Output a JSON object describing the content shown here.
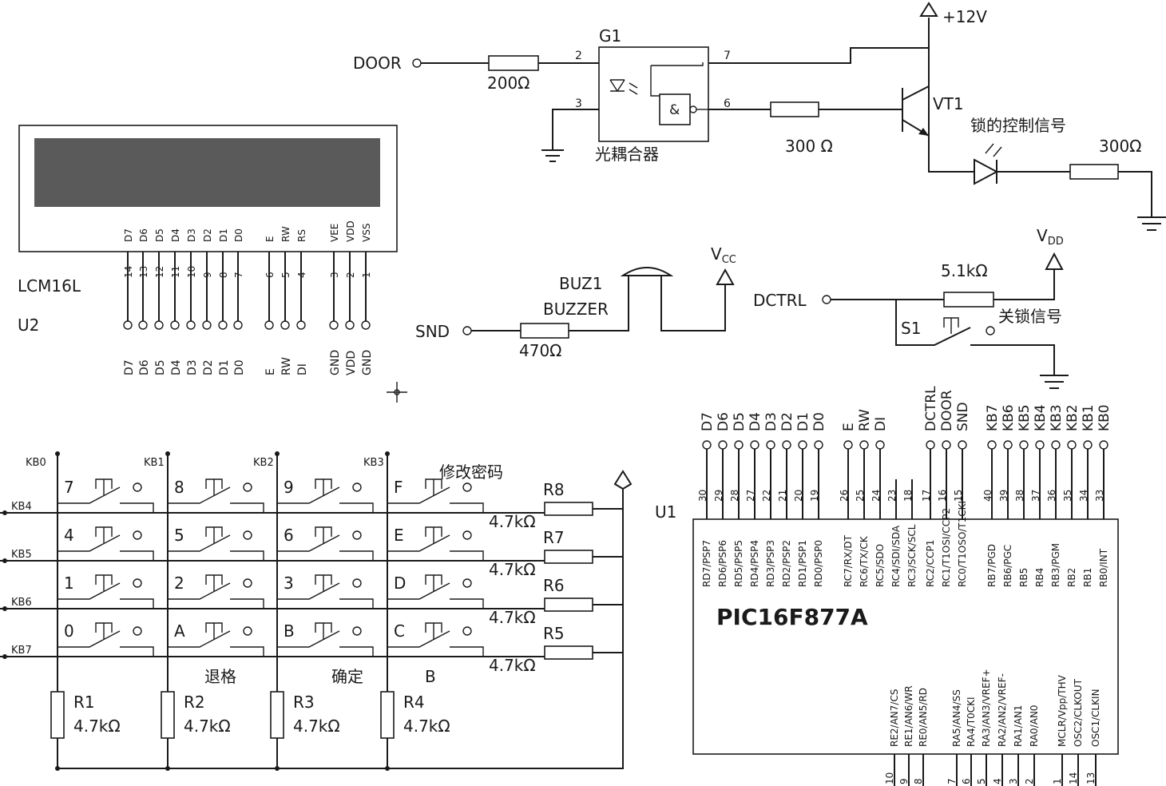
{
  "lcd": {
    "name": "LCM16L",
    "ref": "U2",
    "pins_top": [
      "D7",
      "D6",
      "D5",
      "D4",
      "D3",
      "D2",
      "D1",
      "D0",
      "E",
      "RW",
      "RS",
      "VEE",
      "VDD",
      "VSS"
    ],
    "pin_numbers": [
      "14",
      "13",
      "12",
      "11",
      "10",
      "9",
      "8",
      "7",
      "6",
      "5",
      "4",
      "3",
      "2",
      "1"
    ],
    "pins_bottom": [
      "D7",
      "D6",
      "D5",
      "D4",
      "D3",
      "D2",
      "D1",
      "D0",
      "E",
      "RW",
      "DI",
      "GND",
      "VDD",
      "GND"
    ]
  },
  "optocoupler": {
    "ref": "G1",
    "label": "光耦合器",
    "gate": "&",
    "pins": {
      "in": "2",
      "gnd": "3",
      "vcc": "7",
      "out": "6"
    }
  },
  "door": {
    "net": "DOOR",
    "resistor": "200Ω"
  },
  "supply": {
    "label": "+12V"
  },
  "transistor": {
    "ref": "VT1",
    "base_resistor": "300 Ω"
  },
  "lock": {
    "label": "锁的控制信号",
    "resistor": "300Ω"
  },
  "buzzer": {
    "ref": "BUZ1",
    "type": "BUZZER",
    "net": "SND",
    "resistor": "470Ω",
    "vcc": "V",
    "vcc_sub": "CC"
  },
  "dctrl": {
    "net": "DCTRL",
    "resistor": "5.1kΩ",
    "vdd": "V",
    "vdd_sub": "DD",
    "switch": "S1",
    "label": "关锁信号"
  },
  "keypad": {
    "columns": [
      "KB0",
      "KB1",
      "KB2",
      "KB3"
    ],
    "rows": [
      "KB4",
      "KB5",
      "KB6",
      "KB7"
    ],
    "keys": [
      [
        "7",
        "8",
        "9",
        "F"
      ],
      [
        "4",
        "5",
        "6",
        "E"
      ],
      [
        "1",
        "2",
        "3",
        "D"
      ],
      [
        "0",
        "A",
        "B",
        "C"
      ]
    ],
    "function_labels": [
      "修改密码",
      "退格",
      "确定",
      "B"
    ],
    "row_resistors": [
      {
        "ref": "R8",
        "value": "4.7kΩ"
      },
      {
        "ref": "R7",
        "value": "4.7kΩ"
      },
      {
        "ref": "R6",
        "value": "4.7kΩ"
      },
      {
        "ref": "R5",
        "value": "4.7kΩ"
      }
    ],
    "col_resistors": [
      {
        "ref": "R1",
        "value": "4.7kΩ"
      },
      {
        "ref": "R2",
        "value": "4.7kΩ"
      },
      {
        "ref": "R3",
        "value": "4.7kΩ"
      },
      {
        "ref": "R4",
        "value": "4.7kΩ"
      }
    ]
  },
  "mcu": {
    "ref": "U1",
    "name": "PIC16F877A",
    "top_pins": [
      {
        "net": "D7",
        "num": "30",
        "fn": "RD7/PSP7"
      },
      {
        "net": "D6",
        "num": "29",
        "fn": "RD6/PSP6"
      },
      {
        "net": "D5",
        "num": "28",
        "fn": "RD5/PSP5"
      },
      {
        "net": "D4",
        "num": "27",
        "fn": "RD4/PSP4"
      },
      {
        "net": "D3",
        "num": "22",
        "fn": "RD3/PSP3"
      },
      {
        "net": "D2",
        "num": "21",
        "fn": "RD2/PSP2"
      },
      {
        "net": "D1",
        "num": "20",
        "fn": "RD1/PSP1"
      },
      {
        "net": "D0",
        "num": "19",
        "fn": "RD0/PSP0"
      },
      {
        "net": "E",
        "num": "26",
        "fn": "RC7/RX/DT"
      },
      {
        "net": "RW",
        "num": "25",
        "fn": "RC6/TX/CK"
      },
      {
        "net": "DI",
        "num": "24",
        "fn": "RC5/SDO"
      },
      {
        "net": "",
        "num": "23",
        "fn": "RC4/SDI/SDA"
      },
      {
        "net": "",
        "num": "18",
        "fn": "RC3/SCK/SCL"
      },
      {
        "net": "DCTRL",
        "num": "17",
        "fn": "RC2/CCP1"
      },
      {
        "net": "DOOR",
        "num": "16",
        "fn": "RC1/T1OSI/CCP2"
      },
      {
        "net": "SND",
        "num": "15",
        "fn": "RC0/T1OSO/T1CKI"
      },
      {
        "net": "KB7",
        "num": "40",
        "fn": "RB7/PGD"
      },
      {
        "net": "KB6",
        "num": "39",
        "fn": "RB6/PGC"
      },
      {
        "net": "KB5",
        "num": "38",
        "fn": "RB5"
      },
      {
        "net": "KB4",
        "num": "37",
        "fn": "RB4"
      },
      {
        "net": "KB3",
        "num": "36",
        "fn": "RB3/PGM"
      },
      {
        "net": "KB2",
        "num": "35",
        "fn": "RB2"
      },
      {
        "net": "KB1",
        "num": "34",
        "fn": "RB1"
      },
      {
        "net": "KB0",
        "num": "33",
        "fn": "RB0/INT"
      }
    ],
    "bottom_pins": [
      {
        "num": "10",
        "fn": "RE2/AN7/CS"
      },
      {
        "num": "9",
        "fn": "RE1/AN6/WR"
      },
      {
        "num": "8",
        "fn": "RE0/AN5/RD"
      },
      {
        "num": "7",
        "fn": "RA5/AN4/SS"
      },
      {
        "num": "6",
        "fn": "RA4/T0CKI"
      },
      {
        "num": "5",
        "fn": "RA3/AN3/VREF+"
      },
      {
        "num": "4",
        "fn": "RA2/AN2/VREF-"
      },
      {
        "num": "3",
        "fn": "RA1/AN1"
      },
      {
        "num": "2",
        "fn": "RA0/AN0"
      },
      {
        "num": "1",
        "fn": "MCLR/Vpp/THV"
      },
      {
        "num": "14",
        "fn": "OSC2/CLKOUT"
      },
      {
        "num": "13",
        "fn": "OSC1/CLKIN"
      }
    ]
  }
}
